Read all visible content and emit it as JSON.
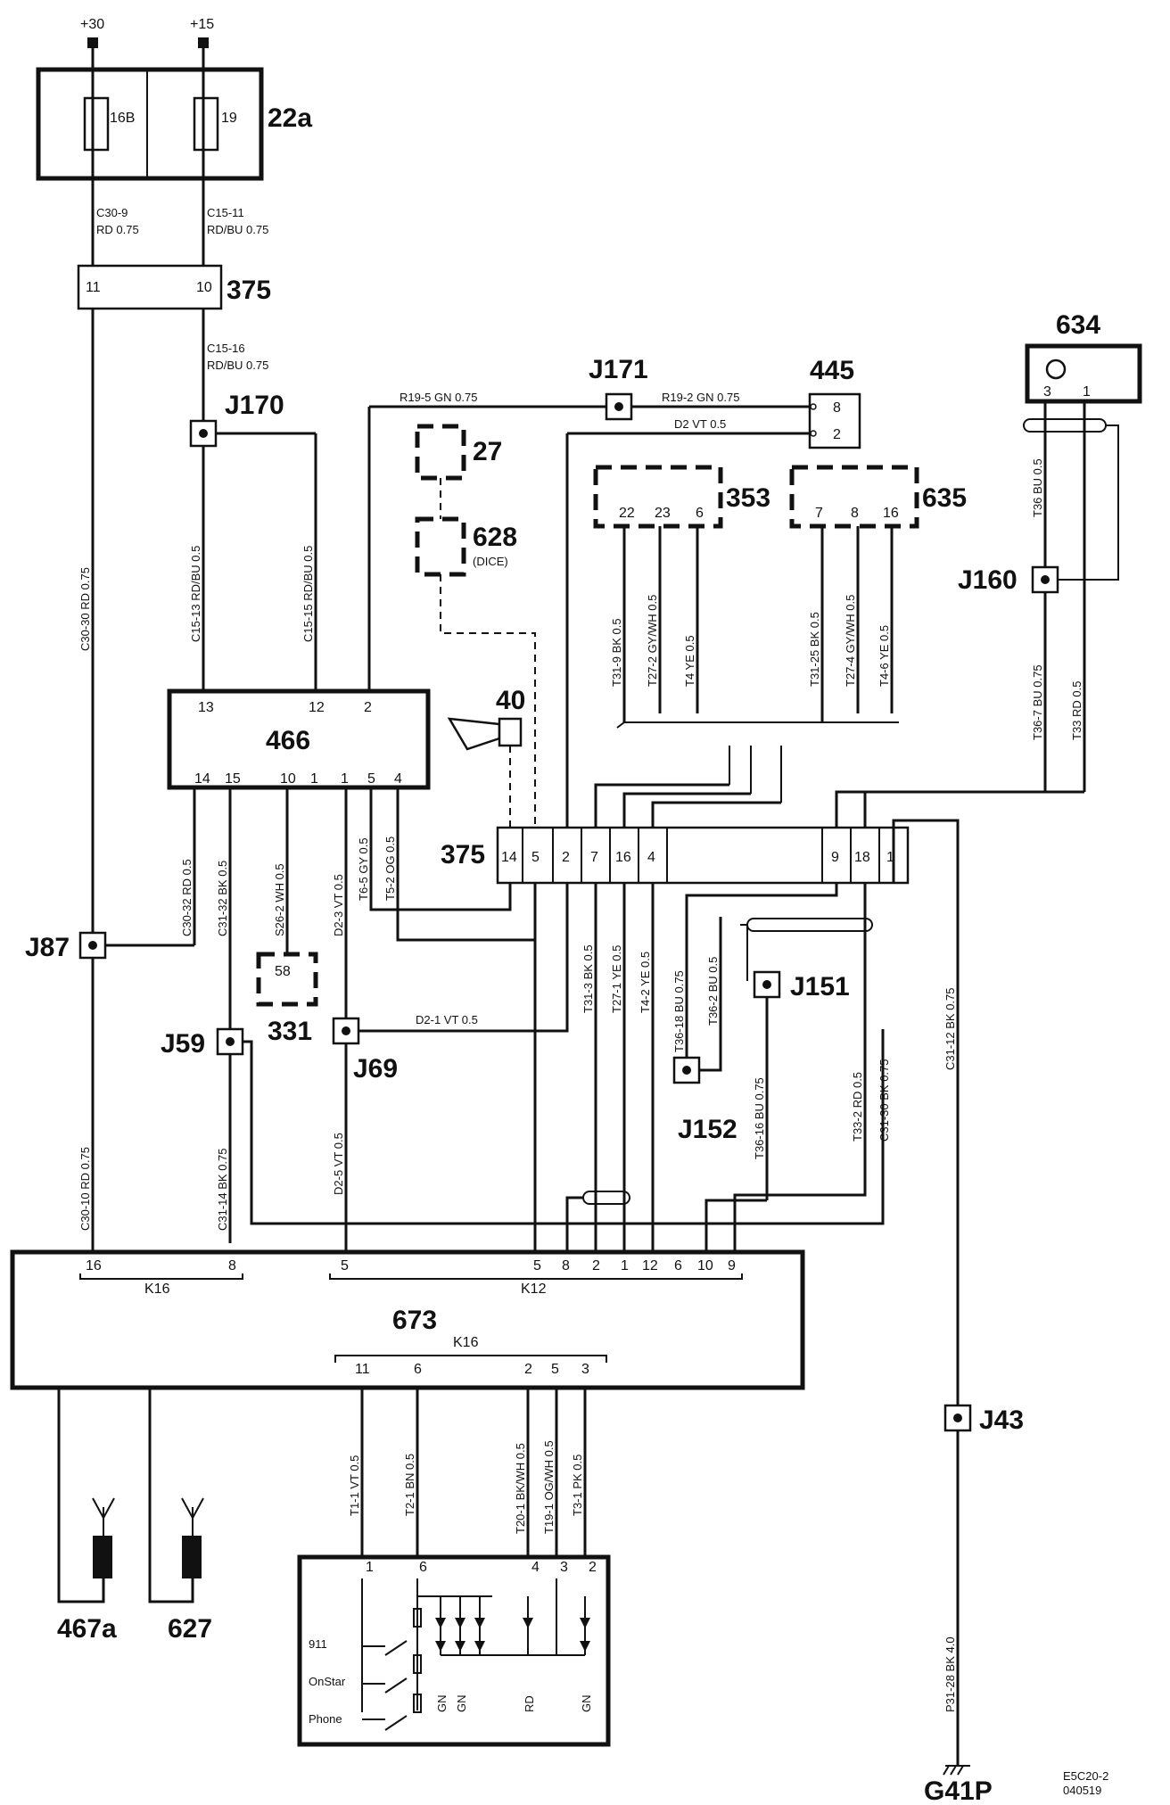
{
  "supply": {
    "b30": "+30",
    "b15": "+15"
  },
  "fuse_box": {
    "id": "22a",
    "f1": "16B",
    "f2": "19"
  },
  "wires": {
    "c30_9": "C30-9",
    "c30_9b": "RD  0.75",
    "c15_11": "C15-11",
    "c15_11b": "RD/BU  0.75",
    "c15_16": "C15-16",
    "c15_16b": "RD/BU  0.75",
    "c30_30": "C30-30  RD  0.75",
    "c15_13": "C15-13  RD/BU  0.5",
    "c15_15": "C15-15  RD/BU  0.5",
    "r19_5": "R19-5  GN   0.75",
    "r19_2": "R19-2  GN   0.75",
    "d2": "D2   VT    0.5",
    "t31_9": "T31-9  BK 0.5",
    "t27_2": "T27-2  GY/WH 0.5",
    "t4_ye": "T4  YE  0.5",
    "t31_25": "T31-25  BK 0.5",
    "t27_4": "T27-4  GY/WH 0.5",
    "t4_6": "T4-6  YE  0.5",
    "t36_bu": "T36  BU  0.5",
    "t36_7": "T36-7  BU  0.75",
    "t33": "T33  RD  0.5",
    "c30_32": "C30-32  RD  0.5",
    "c31_32": "C31-32  BK  0.5",
    "s26_2": "S26-2  WH  0.5",
    "d2_3": "D2-3  VT  0.5",
    "t6_5": "T6-5  GY  0.5",
    "t5_2": "T5-2  OG  0.5",
    "t31_3": "T31-3  BK  0.5",
    "t27_1": "T27-1  YE  0.5",
    "t4_2": "T4-2  YE  0.5",
    "t36_18": "T36-18  BU  0.75",
    "t36_2": "T36-2  BU  0.5",
    "t36_16": "T36-16  BU  0.75",
    "t33_2": "T33-2  RD  0.5",
    "c31_30": "C31-30  BK  0.75",
    "c31_12": "C31-12  BK  0.75",
    "d2_1": "D2-1   VT   0.5",
    "c30_10": "C30-10  RD  0.75",
    "c31_14": "C31-14  BK  0.75",
    "d2_5": "D2-5  VT  0.5",
    "t1_1": "T1-1  VT  0.5",
    "t2_1": "T2-1  BN  0.5",
    "t20_1": "T20-1  BK/WH  0.5",
    "t19_1": "T19-1  OG/WH  0.5",
    "t3_1": "T3-1  PK  0.5",
    "p31_28": "P31-28  BK   4.0"
  },
  "components": {
    "c375a": "375",
    "c375a_p11": "11",
    "c375a_p10": "10",
    "c466": "466",
    "c466_pins": [
      "13",
      "12",
      "2",
      "14",
      "15",
      "10",
      "1",
      "1",
      "5",
      "4"
    ],
    "c27": "27",
    "c628": "628",
    "c628_sub": "(DICE)",
    "c40": "40",
    "c445": "445",
    "c445_p8": "8",
    "c445_p2": "2",
    "c353": "353",
    "c353_pins": [
      "22",
      "23",
      "6"
    ],
    "c635": "635",
    "c635_pins": [
      "7",
      "8",
      "16"
    ],
    "c634": "634",
    "c634_pins": [
      "3",
      "1"
    ],
    "c375b": "375",
    "c375b_pins": [
      "14",
      "5",
      "2",
      "7",
      "16",
      "4",
      "9",
      "18",
      "1"
    ],
    "c58": "58",
    "c331": "331",
    "c673": "673",
    "c673_top_left": [
      "16",
      "8"
    ],
    "c673_k16a": "K16",
    "c673_top_right": [
      "5",
      "5",
      "8",
      "2",
      "1",
      "12",
      "6",
      "10",
      "9"
    ],
    "c673_k12": "K12",
    "c673_k16b": "K16",
    "c673_bottom": [
      "11",
      "6",
      "2",
      "5",
      "3"
    ],
    "c467a": "467a",
    "c627": "627",
    "g41p": "G41P"
  },
  "junctions": {
    "j170": "J170",
    "j171": "J171",
    "j160": "J160",
    "j87": "J87",
    "j59": "J59",
    "j69": "J69",
    "j151": "J151",
    "j152": "J152",
    "j43": "J43"
  },
  "panel": {
    "pins": [
      "1",
      "6",
      "4",
      "3",
      "2"
    ],
    "btn_911": "911",
    "btn_onstar": "OnStar",
    "btn_phone": "Phone",
    "led_colors": [
      "GN",
      "GN",
      "RD",
      "GN"
    ]
  },
  "footer": {
    "code1": "E5C20-2",
    "code2": "040519"
  }
}
